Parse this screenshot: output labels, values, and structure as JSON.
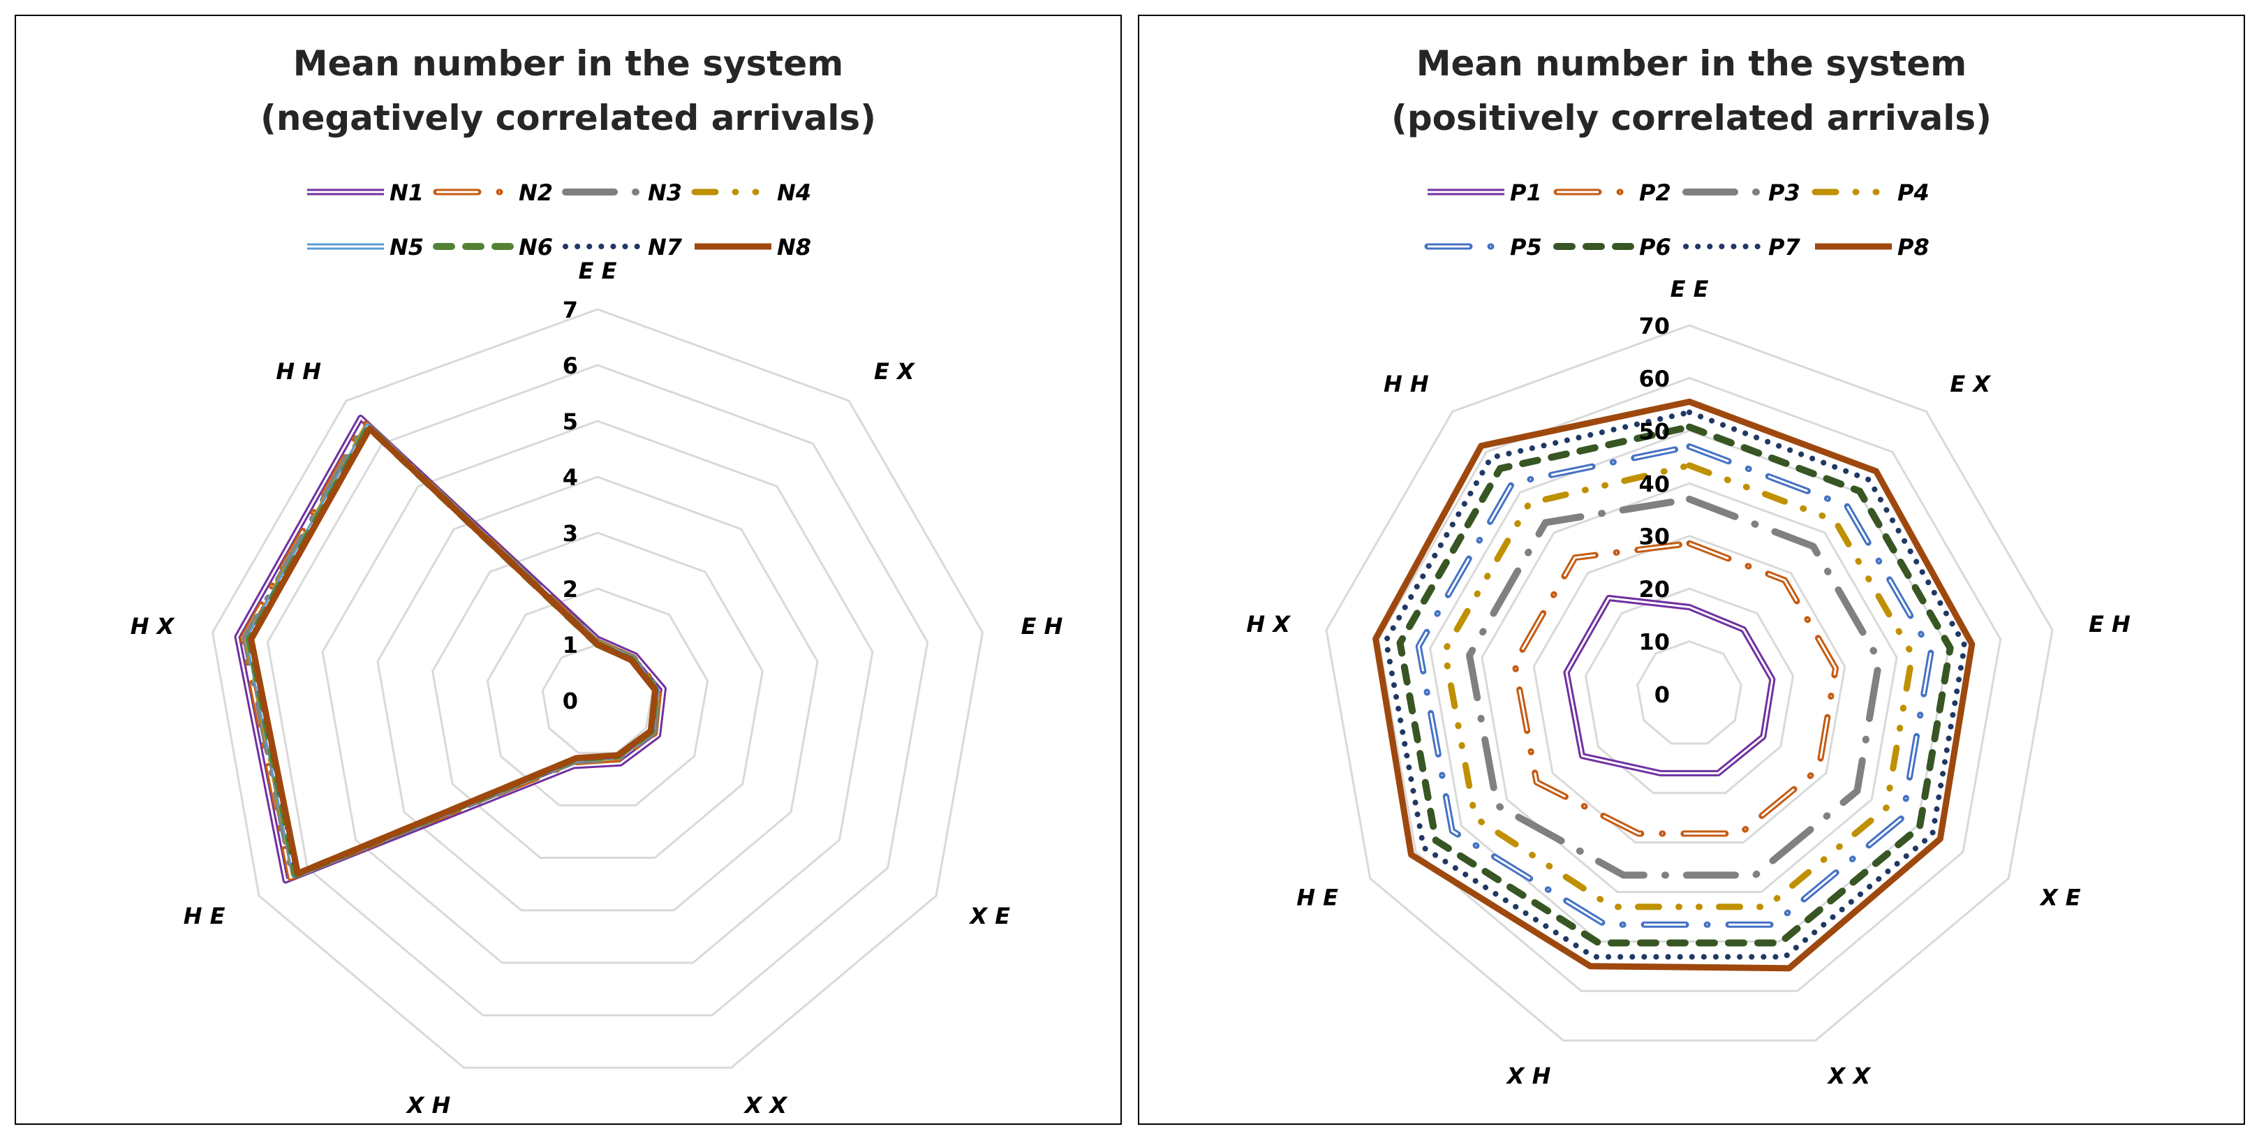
{
  "chart_data": [
    {
      "type": "radar",
      "title": [
        "Mean number in the system",
        "(negatively correlated arrivals)"
      ],
      "categories": [
        "E E",
        "E X",
        "E H",
        "X E",
        "X X",
        "X H",
        "H E",
        "H X",
        "H H"
      ],
      "rlim": [
        0,
        7
      ],
      "ticks": [
        "0",
        "1",
        "2",
        "3",
        "4",
        "5",
        "6",
        "7"
      ],
      "grid": true,
      "legend": "top",
      "series": [
        {
          "name": "N1",
          "color": "#7030A0",
          "style": "double",
          "values": [
            1.1,
            1.05,
            1.2,
            1.25,
            1.2,
            1.25,
            6.45,
            6.55,
            6.6
          ]
        },
        {
          "name": "N2",
          "color": "#C55A11",
          "style": "double-dash-dot",
          "values": [
            1.05,
            1.0,
            1.12,
            1.18,
            1.12,
            1.18,
            6.35,
            6.45,
            6.5
          ]
        },
        {
          "name": "N3",
          "color": "#808080",
          "style": "long-dash-dot",
          "values": [
            1.03,
            0.98,
            1.1,
            1.15,
            1.1,
            1.15,
            6.3,
            6.4,
            6.45
          ]
        },
        {
          "name": "N4",
          "color": "#BF9000",
          "style": "dash-dot-dot",
          "values": [
            1.02,
            0.97,
            1.08,
            1.13,
            1.08,
            1.13,
            6.28,
            6.37,
            6.42
          ]
        },
        {
          "name": "N5",
          "color": "#5B9BD5",
          "style": "double",
          "values": [
            1.01,
            0.96,
            1.07,
            1.12,
            1.07,
            1.12,
            6.26,
            6.35,
            6.4
          ]
        },
        {
          "name": "N6",
          "color": "#548235",
          "style": "dash",
          "values": [
            1.0,
            0.95,
            1.06,
            1.11,
            1.06,
            1.11,
            6.24,
            6.33,
            6.38
          ]
        },
        {
          "name": "N7",
          "color": "#1F3864",
          "style": "dot",
          "values": [
            1.0,
            0.95,
            1.05,
            1.1,
            1.05,
            1.1,
            6.22,
            6.31,
            6.36
          ]
        },
        {
          "name": "N8",
          "color": "#9E480E",
          "style": "solid-thick",
          "values": [
            1.0,
            0.94,
            1.05,
            1.1,
            1.05,
            1.1,
            6.2,
            6.3,
            6.35
          ]
        }
      ]
    },
    {
      "type": "radar",
      "title": [
        "Mean number in the system",
        "(positively correlated arrivals)"
      ],
      "categories": [
        "E E",
        "E X",
        "E H",
        "X E",
        "X X",
        "X H",
        "H E",
        "H X",
        "H H"
      ],
      "rlim": [
        0,
        70
      ],
      "ticks": [
        "0",
        "10",
        "20",
        "30",
        "40",
        "50",
        "60",
        "70"
      ],
      "grid": true,
      "legend": "top",
      "series": [
        {
          "name": "P1",
          "color": "#7030A0",
          "style": "double",
          "values": [
            16.5,
            16,
            16,
            16.2,
            16,
            16,
            23.5,
            23.7,
            23.8
          ]
        },
        {
          "name": "P2",
          "color": "#C55A11",
          "style": "double-dash-dot",
          "values": [
            28.6,
            28.2,
            28.2,
            28.4,
            28.2,
            28.2,
            33.5,
            33.7,
            33.8
          ]
        },
        {
          "name": "P3",
          "color": "#808080",
          "style": "long-dash-dot",
          "values": [
            37,
            36.6,
            36.6,
            36.8,
            36.6,
            36.6,
            42.2,
            42.4,
            42.5
          ]
        },
        {
          "name": "P4",
          "color": "#BF9000",
          "style": "dash-dot-dot",
          "values": [
            43.4,
            43,
            43,
            43.2,
            43,
            43,
            47,
            47.2,
            47.3
          ]
        },
        {
          "name": "P5",
          "color": "#4472C4",
          "style": "double-dash-dot",
          "values": [
            47,
            46.6,
            46.6,
            46.8,
            46.6,
            46.6,
            52,
            52.2,
            52.3
          ]
        },
        {
          "name": "P6",
          "color": "#375623",
          "style": "dash",
          "values": [
            50.7,
            50.3,
            50.3,
            50.5,
            50.3,
            50.3,
            55.6,
            55.8,
            55.9
          ]
        },
        {
          "name": "P7",
          "color": "#203864",
          "style": "dot",
          "values": [
            53.5,
            53.1,
            53.1,
            53.3,
            53.1,
            53.1,
            58.3,
            58.5,
            58.6
          ]
        },
        {
          "name": "P8",
          "color": "#9E480E",
          "style": "solid-thick",
          "values": [
            55.5,
            55.2,
            54.5,
            55,
            55.4,
            55,
            61,
            60.5,
            61.5
          ]
        }
      ]
    }
  ]
}
